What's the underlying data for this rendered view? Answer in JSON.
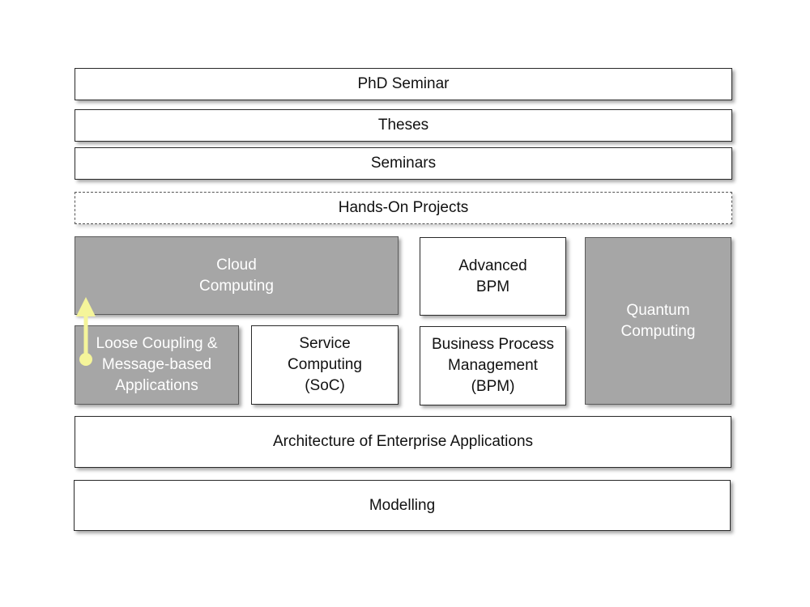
{
  "layers": {
    "phd_seminar": [
      "PhD Seminar"
    ],
    "theses": [
      "Theses"
    ],
    "seminars": [
      "Seminars"
    ],
    "hands_on_projects": [
      "Hands-On Projects"
    ],
    "cloud_computing": [
      "Cloud",
      "Computing"
    ],
    "advanced_bpm": [
      "Advanced",
      "BPM"
    ],
    "quantum_computing": [
      "Quantum",
      "Computing"
    ],
    "loose_coupling": [
      "Loose Coupling &",
      "Message-based",
      "Applications"
    ],
    "service_computing": [
      "Service",
      "Computing",
      "(SoC)"
    ],
    "business_process_management": [
      "Business Process",
      "Management",
      "(BPM)"
    ],
    "architecture": [
      "Architecture of Enterprise Applications"
    ],
    "modelling": [
      "Modelling"
    ]
  },
  "colors": {
    "highlight_box": "#a6a6a6",
    "plain_box": "#ffffff",
    "border": "#2a2a2a",
    "arrow": "#f5f59a"
  },
  "arrow": {
    "icon": "up-arrow-icon",
    "from": "loose_coupling",
    "to": "cloud_computing"
  }
}
